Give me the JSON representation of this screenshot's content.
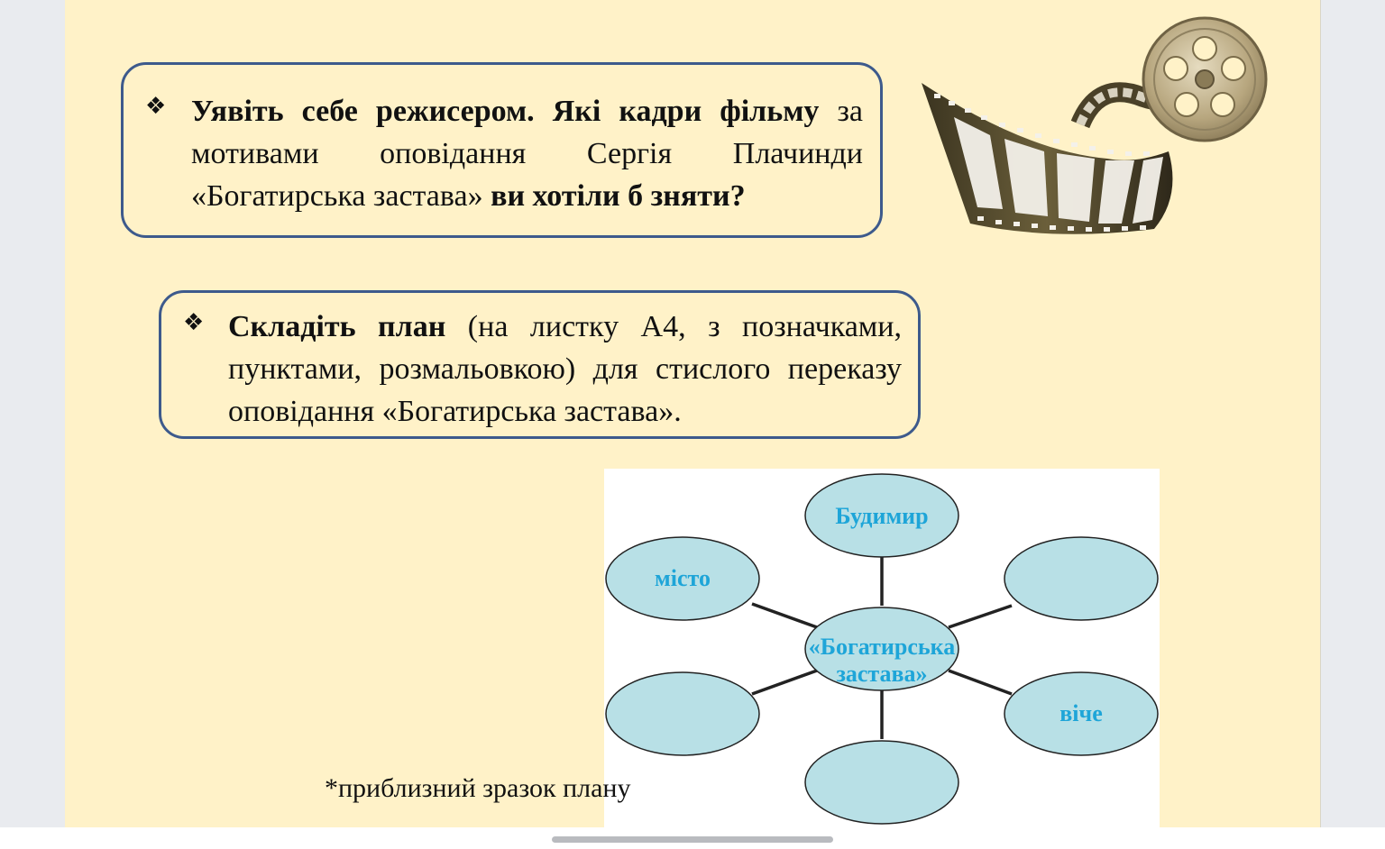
{
  "task1": {
    "bullet": "❖",
    "bold_start": "Уявіть себе режисером. Які кадри фільму",
    "middle": " за мотивами оповідання Сергія Плачинди «Богатирська застава» ",
    "bold_end": "ви хотіли б зняти?"
  },
  "task2": {
    "bullet": "❖",
    "bold_start": "Складіть план",
    "rest": " (на листку А4, з позначками, пунктами, розмальовкою) для стислого переказу оповідання «Богатирська застава»."
  },
  "mindmap": {
    "center_line1": "«Богатирська",
    "center_line2": "застава»",
    "top": "Будимир",
    "top_left": "місто",
    "top_right": "",
    "bottom_left": "",
    "bottom_right": "віче",
    "bottom": "",
    "node_fill": "#b8e0e6",
    "label_color": "#1ea5d8"
  },
  "note": "*приблизний зразок плану"
}
